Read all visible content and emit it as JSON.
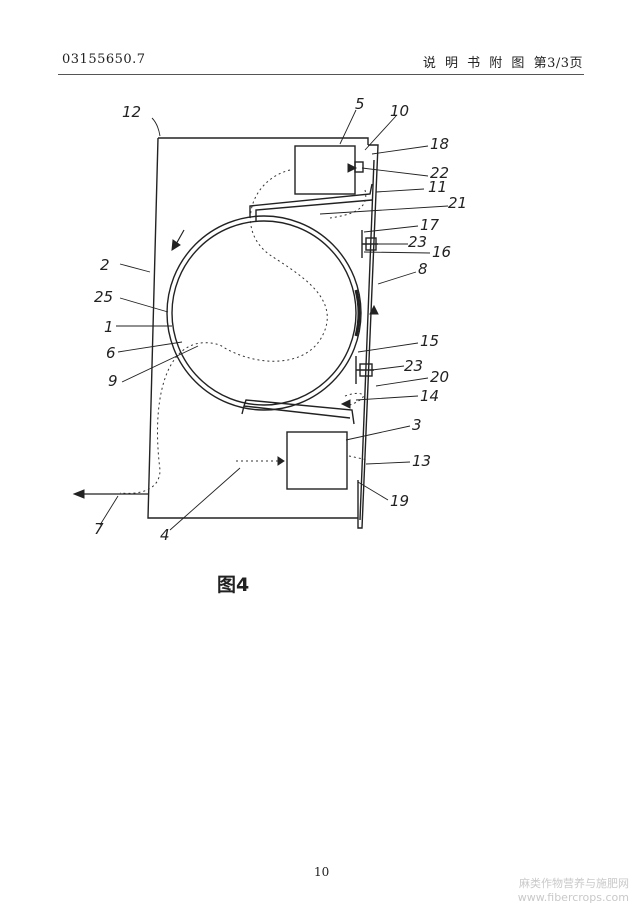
{
  "header": {
    "doc_number": "03155650.7",
    "sheet_label": "说 明 书 附 图 第3/3页"
  },
  "figure": {
    "caption": "图4",
    "labels": {
      "l12": "12",
      "l5": "5",
      "l10": "10",
      "l18": "18",
      "l22": "22",
      "l11": "11",
      "l21": "21",
      "l17": "17",
      "l23a": "23",
      "l16": "16",
      "l8": "8",
      "l2": "2",
      "l25": "25",
      "l1": "1",
      "l6": "6",
      "l9": "9",
      "l15": "15",
      "l23b": "23",
      "l20": "20",
      "l14": "14",
      "l3": "3",
      "l13": "13",
      "l19": "19",
      "l7": "7",
      "l4": "4"
    }
  },
  "footer": {
    "page_number": "10",
    "watermark_cn": "麻类作物营养与施肥网",
    "watermark_url": "www.fibercrops.com"
  }
}
